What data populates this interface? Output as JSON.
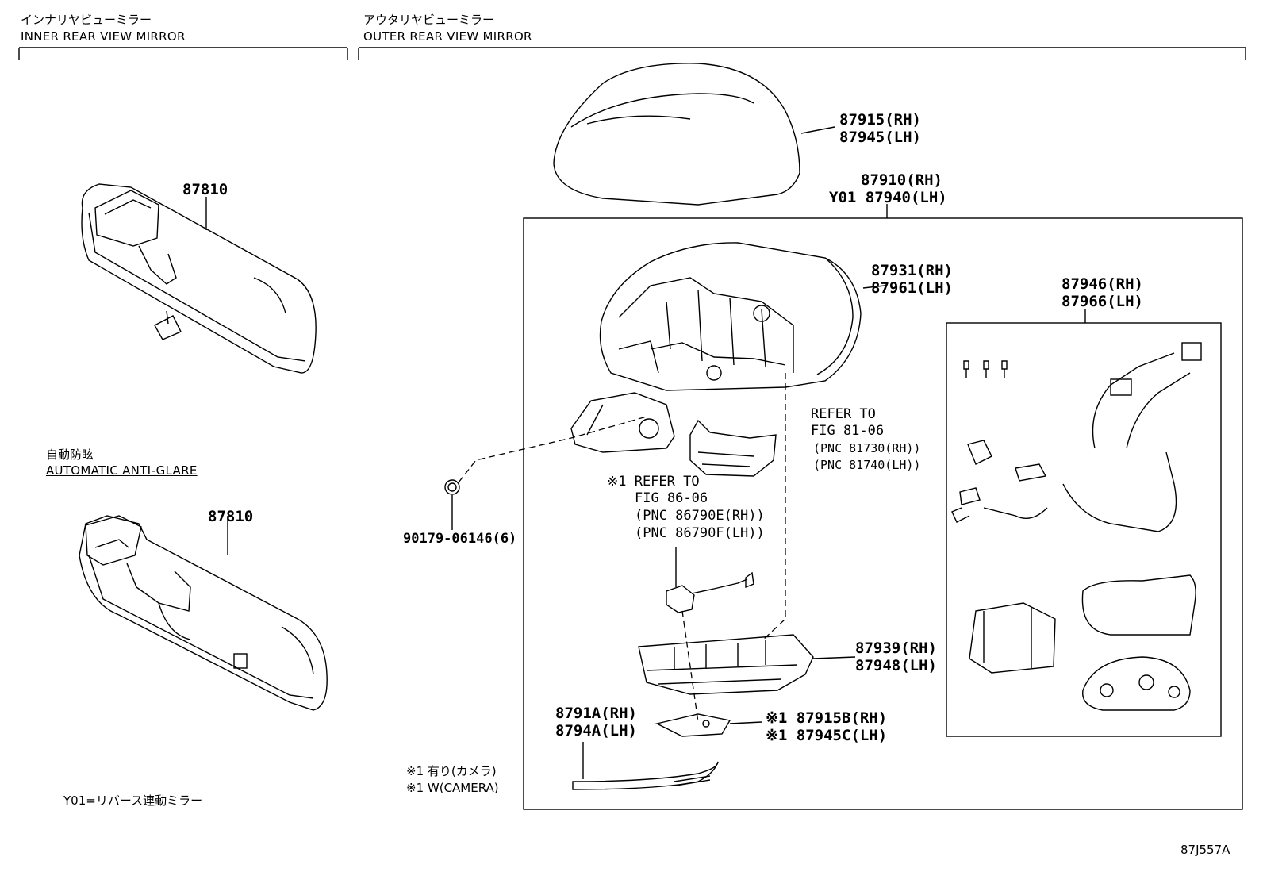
{
  "sections": {
    "inner": {
      "jp": "インナリヤビューミラー",
      "en": "INNER REAR VIEW MIRROR"
    },
    "outer": {
      "jp": "アウタリヤビューミラー",
      "en": "OUTER REAR VIEW MIRROR"
    },
    "antiglare": {
      "jp": "自動防眩",
      "en": "AUTOMATIC ANTI-GLARE"
    }
  },
  "parts": {
    "inner_mirror": "87810",
    "inner_mirror_antiglare": "87810",
    "cover_rh": "87915(RH)",
    "cover_lh": "87945(LH)",
    "assy_rh": "87910(RH)",
    "assy_lh": "Y01 87940(LH)",
    "housing_rh": "87931(RH)",
    "housing_lh": "87961(LH)",
    "harness_rh": "87946(RH)",
    "harness_lh": "87966(LH)",
    "clip": "90179-06146(6)",
    "lamp_rh": "87939(RH)",
    "lamp_lh": "87948(LH)",
    "garnish_rh": "8791A(RH)",
    "garnish_lh": "8794A(LH)",
    "bracket_rh": "※1 87915B(RH)",
    "bracket_lh": "※1 87945C(LH)"
  },
  "references": {
    "ref1": {
      "l1": "REFER TO",
      "l2": "FIG 81-06",
      "l3": "(PNC 81730(RH))",
      "l4": "(PNC 81740(LH))"
    },
    "ref2": {
      "l1": "※1 REFER TO",
      "l2": "FIG 86-06",
      "l3": "(PNC 86790E(RH))",
      "l4": "(PNC 86790F(LH))"
    }
  },
  "notes": {
    "camera_jp": "※1 有り(カメラ)",
    "camera_en": "※1 W(CAMERA)",
    "y01": "Y01=リバース連動ミラー",
    "figure_code": "87J557A"
  }
}
